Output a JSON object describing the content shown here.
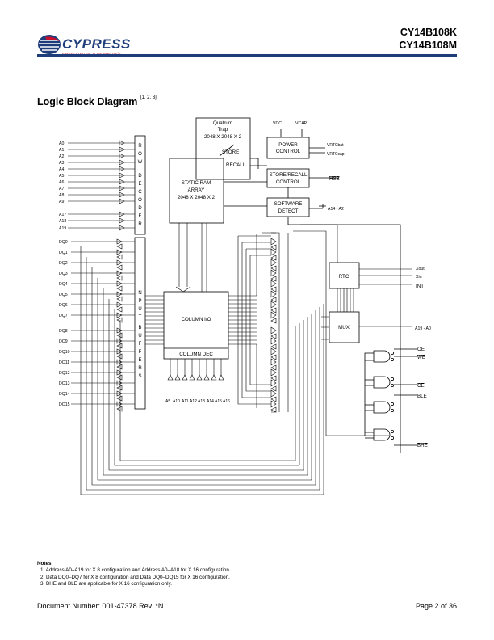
{
  "header": {
    "part1": "CY14B108K",
    "part2": "CY14B108M",
    "brand": "CYPRESS",
    "tagline": "EMBEDDED IN TOMORROW™",
    "brand_color": "#1f3d7a",
    "tag_color": "#c8102e"
  },
  "title": {
    "text": "Logic Block Diagram",
    "refs": "[1, 2, 3]"
  },
  "diagram": {
    "quantum_trap": [
      "Quatrum",
      "Trap",
      "2048 X 2048 X 2"
    ],
    "store": "STORE",
    "recall": "RECALL",
    "static_ram": [
      "STATIC RAM",
      "ARRAY",
      "2048 X 2048 X 2"
    ],
    "power_control": [
      "POWER",
      "CONTROL"
    ],
    "store_recall_control": [
      "STORE/RECALL",
      "CONTROL"
    ],
    "software_detect": [
      "SOFTWARE",
      "DETECT"
    ],
    "column_io": "COLUMN I/O",
    "column_dec": "COLUMN DEC",
    "rtc": "RTC",
    "mux": "MUX",
    "row_decoder": [
      "R",
      "O",
      "W",
      "",
      "D",
      "E",
      "C",
      "O",
      "D",
      "E",
      "R"
    ],
    "input_buffers": [
      "I",
      "N",
      "P",
      "U",
      "T",
      "",
      "B",
      "U",
      "F",
      "F",
      "E",
      "R",
      "S"
    ],
    "address_inputs": [
      "A0",
      "A1",
      "A2",
      "A3",
      "A4",
      "A5",
      "A6",
      "A7",
      "A8",
      "A9",
      "A17",
      "A18",
      "A19"
    ],
    "dq_inputs": [
      "DQ0",
      "DQ1",
      "DQ2",
      "DQ3",
      "DQ4",
      "DQ5",
      "DQ6",
      "DQ7",
      "DQ8",
      "DQ9",
      "DQ10",
      "DQ11",
      "DQ12",
      "DQ13",
      "DQ14",
      "DQ15"
    ],
    "column_address": [
      "A5",
      "A10",
      "A11",
      "A12",
      "A13",
      "A14",
      "A15",
      "A16"
    ],
    "vcc": "VCC",
    "vcap": "VCAP",
    "vrtcbat": "VRTCbat",
    "vrtccap": "VRTCcap",
    "hsb": "HSB",
    "a14_a2": "A14 - A2",
    "xout": "Xout",
    "xin": "Xin",
    "int": "INT",
    "a19_a0": "A19 - A0",
    "oe": "OE",
    "we": "WE",
    "ce": "CE",
    "ble": "BLE",
    "bhe": "BHE"
  },
  "notes": {
    "title": "Notes",
    "items": [
      "1.  Address A0–A19 for X 8 configuration and Address A0–A18 for X 16 configuration.",
      "2.  Data DQ0–DQ7 for X 8 configuration and Data DQ0–DQ15 for X 16 configuration.",
      "3.  BHE and BLE are applicable for X 16 configuration only."
    ]
  },
  "footer": {
    "doc": "Document Number: 001-47378 Rev. *N",
    "page": "Page 2 of 36"
  }
}
